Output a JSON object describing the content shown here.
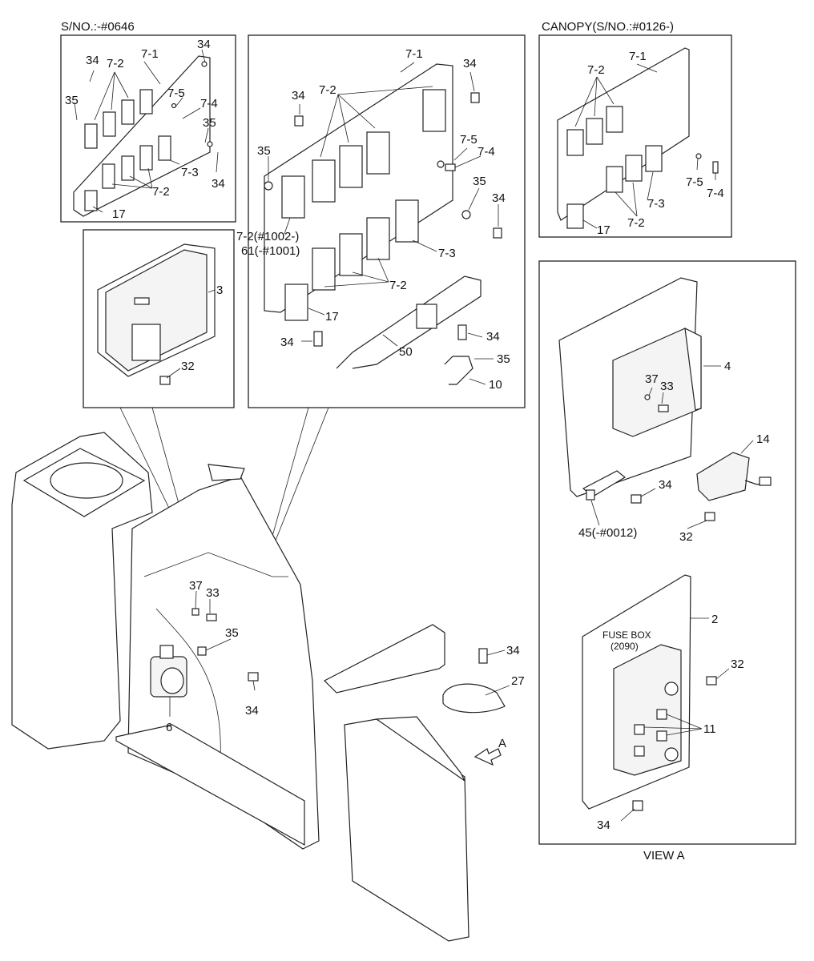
{
  "headers": {
    "left_panel": "S/NO.:-#0646",
    "right_panel": "CANOPY(S/NO.:#0126-)",
    "view": "VIEW A"
  },
  "fuse_box": {
    "title": "FUSE BOX",
    "code": "(2090)"
  },
  "arrow_label": "A",
  "labels": {
    "l_34a": "34",
    "l_72a": "7-2",
    "l_71a": "7-1",
    "l_34b": "34",
    "l_35a": "35",
    "l_75a": "7-5",
    "l_74a": "7-4",
    "l_35b": "35",
    "l_73a": "7-3",
    "l_34c": "34",
    "l_72b": "7-2",
    "l_17a": "17",
    "c_71": "7-1",
    "c_34a": "34",
    "c_72a": "7-2",
    "c_34b": "34",
    "c_75": "7-5",
    "c_74": "7-4",
    "c_35a": "35",
    "c_35b": "35",
    "c_34c": "34",
    "c_72note": "7-2(#1002-)",
    "c_61note": "61(-#1001)",
    "c_73": "7-3",
    "c_72b": "7-2",
    "c_17": "17",
    "c_34d": "34",
    "c_50": "50",
    "c_34e": "34",
    "c_35c": "35",
    "c_10": "10",
    "r_71": "7-1",
    "r_72a": "7-2",
    "r_75": "7-5",
    "r_74": "7-4",
    "r_73": "7-3",
    "r_72b": "7-2",
    "r_17": "17",
    "u_3": "3",
    "u_32": "32",
    "v_4": "4",
    "v_37": "37",
    "v_33": "33",
    "v_14": "14",
    "v_34a": "34",
    "v_45": "45(-#0012)",
    "v_32a": "32",
    "v_2": "2",
    "v_32b": "32",
    "v_11": "11",
    "v_34b": "34",
    "m_37": "37",
    "m_33": "33",
    "m_35": "35",
    "m_34a": "34",
    "m_6": "6",
    "m_34b": "34",
    "m_27": "27"
  }
}
